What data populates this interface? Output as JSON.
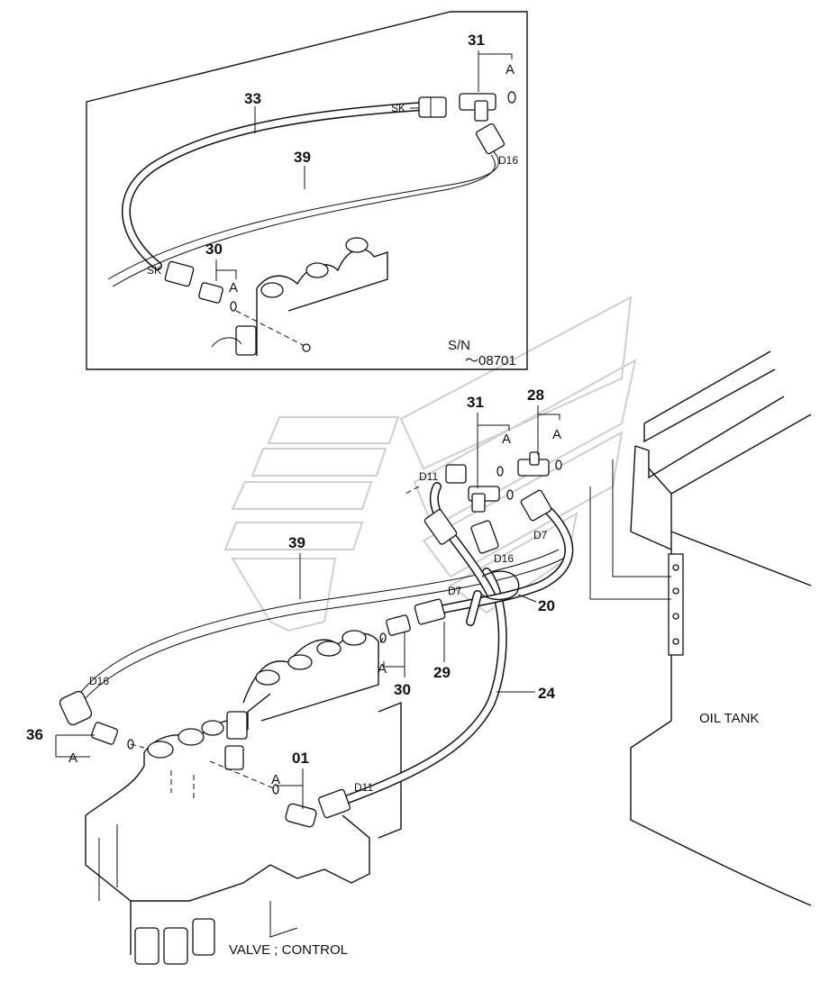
{
  "inset": {
    "serial_line1": "S/N",
    "serial_line2": "～08701"
  },
  "parts": {
    "p33": "33",
    "p39_inset": "39",
    "p31_inset": "31",
    "p30_inset": "30",
    "p31": "31",
    "p28": "28",
    "p39": "39",
    "p20": "20",
    "p29": "29",
    "p30": "30",
    "p24": "24",
    "p36": "36",
    "p01": "01"
  },
  "codes": {
    "sk_top": "SK",
    "sk_left": "SK",
    "d16_inset": "D16",
    "a_inset_31": "A",
    "a_inset_30": "A",
    "a_31": "A",
    "a_28": "A",
    "d11_top": "D11",
    "d16_mid": "D16",
    "d7_right": "D7",
    "d7_mid": "D7",
    "a_30": "A",
    "d16_left": "D16",
    "a_36": "A",
    "a_01": "A",
    "d11_bottom": "D11"
  },
  "labels": {
    "oil_tank": "OIL TANK",
    "valve_control": "VALVE ; CONTROL"
  }
}
